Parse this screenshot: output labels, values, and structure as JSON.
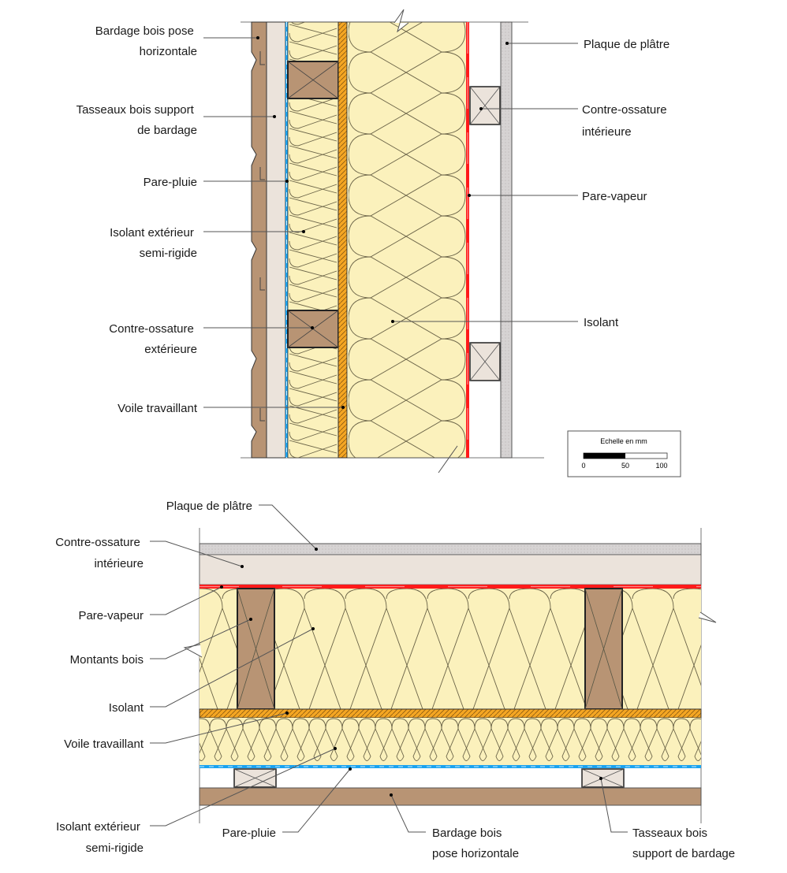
{
  "colors": {
    "wood": "#b89474",
    "batten": "#ebe3db",
    "insulation": "#fbf1bc",
    "rain_barrier": "#1aa3f0",
    "vapor_barrier": "#ff1a1a",
    "sheathing": "#f5a623",
    "plaster": "#d6d3d3",
    "outline": "#222222"
  },
  "vertical_section": {
    "labels_left": [
      {
        "id": "bardage",
        "lines": [
          "Bardage bois pose",
          "horizontale"
        ]
      },
      {
        "id": "tasseaux",
        "lines": [
          "Tasseaux bois support",
          "de bardage"
        ]
      },
      {
        "id": "pare-pluie",
        "lines": [
          "Pare-pluie"
        ]
      },
      {
        "id": "isolant-ext",
        "lines": [
          "Isolant extérieur",
          "semi-rigide"
        ]
      },
      {
        "id": "contre-ossature-ext",
        "lines": [
          "Contre-ossature",
          "extérieure"
        ]
      },
      {
        "id": "voile",
        "lines": [
          "Voile travaillant"
        ]
      }
    ],
    "labels_right": [
      {
        "id": "plaque",
        "lines": [
          "Plaque de plâtre"
        ]
      },
      {
        "id": "contre-ossature-int",
        "lines": [
          "Contre-ossature",
          "intérieure"
        ]
      },
      {
        "id": "pare-vapeur",
        "lines": [
          "Pare-vapeur"
        ]
      },
      {
        "id": "isolant",
        "lines": [
          "Isolant"
        ]
      }
    ]
  },
  "scale": {
    "title": "Echelle en mm",
    "ticks": [
      "0",
      "50",
      "100"
    ]
  },
  "horizontal_section": {
    "labels_left": [
      {
        "id": "plaque",
        "lines": [
          "Plaque de plâtre"
        ]
      },
      {
        "id": "contre-ossature-int",
        "lines": [
          "Contre-ossature",
          "intérieure"
        ]
      },
      {
        "id": "pare-vapeur",
        "lines": [
          "Pare-vapeur"
        ]
      },
      {
        "id": "montants",
        "lines": [
          "Montants bois"
        ]
      },
      {
        "id": "isolant",
        "lines": [
          "Isolant"
        ]
      },
      {
        "id": "voile",
        "lines": [
          "Voile travaillant"
        ]
      },
      {
        "id": "isolant-ext",
        "lines": [
          "Isolant extérieur",
          "semi-rigide"
        ]
      }
    ],
    "labels_bottom": [
      {
        "id": "pare-pluie",
        "lines": [
          "Pare-pluie"
        ]
      },
      {
        "id": "bardage",
        "lines": [
          "Bardage bois",
          "pose horizontale"
        ]
      },
      {
        "id": "tasseaux",
        "lines": [
          "Tasseaux bois",
          "support de bardage"
        ]
      }
    ]
  }
}
